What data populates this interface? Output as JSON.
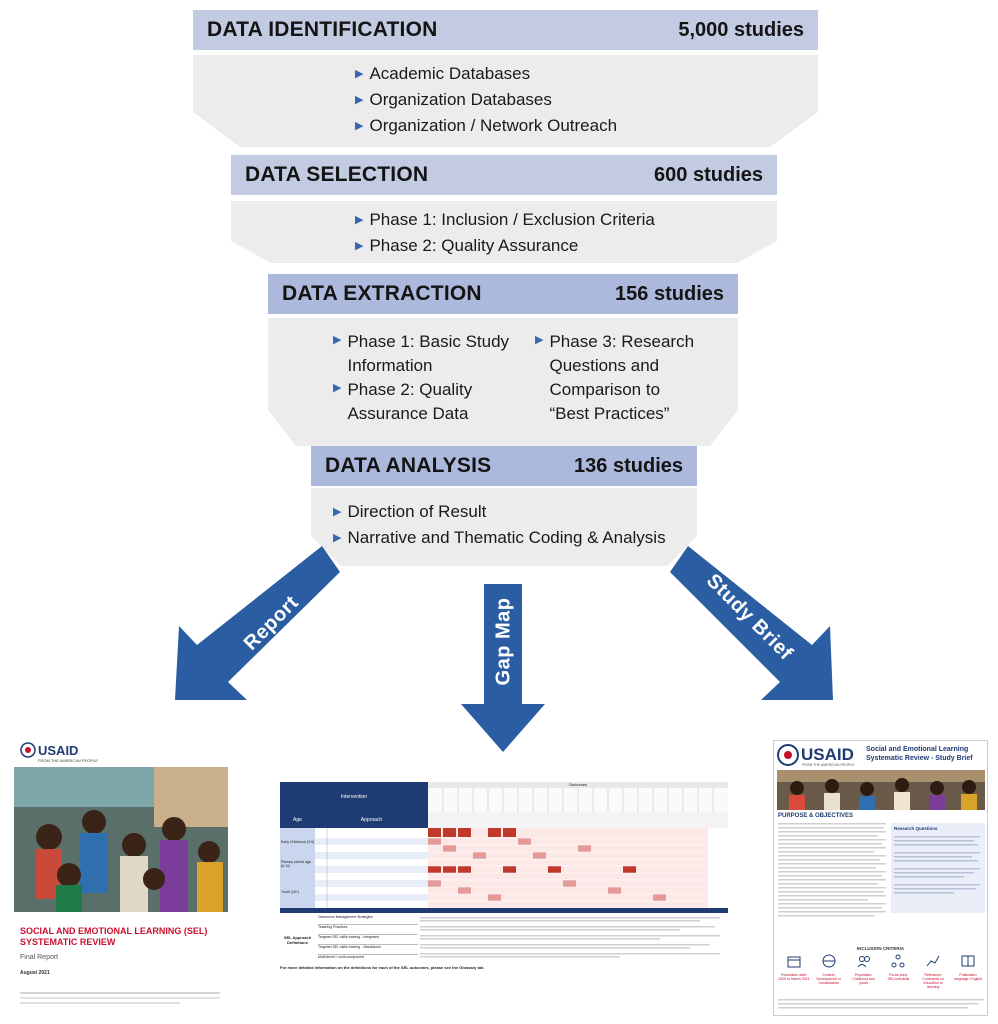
{
  "stages": [
    {
      "title": "DATA IDENTIFICATION",
      "count": "5,000 studies",
      "items": [
        "Academic Databases",
        "Organization Databases",
        "Organization / Network Outreach"
      ]
    },
    {
      "title": "DATA SELECTION",
      "count": "600 studies",
      "items": [
        "Phase 1: Inclusion / Exclusion Criteria",
        "Phase 2: Quality Assurance"
      ]
    },
    {
      "title": "DATA EXTRACTION",
      "count": "156 studies",
      "items": [
        "Phase 1: Basic Study Information",
        "Phase 2: Quality Assurance Data",
        "Phase 3: Research Questions and Comparison to “Best Practices”"
      ]
    },
    {
      "title": "DATA ANALYSIS",
      "count": "136 studies",
      "items": [
        "Direction of Result",
        "Narrative and Thematic Coding & Analysis"
      ]
    }
  ],
  "outputs": {
    "left_arrow": "Report",
    "center_arrow": "Gap Map",
    "right_arrow": "Study Brief"
  },
  "report": {
    "logo": "USAID",
    "logo_sub": "FROM THE AMERICAN PEOPLE",
    "title": "SOCIAL AND EMOTIONAL LEARNING (SEL) SYSTEMATIC REVIEW",
    "subtitle": "Final Report",
    "date": "August 2021"
  },
  "gapmap": {
    "header_left": "Intervention",
    "header_right": "Outcomes",
    "col_age": "Age",
    "col_approach": "Approach",
    "rows": [
      "Early Childhood (3-5)",
      "Primary school age (6-11)",
      "Youth (15+)"
    ],
    "defs_label": "SEL Approach Definitions",
    "defs": [
      "Classroom Management Strategies",
      "Teaching Practices",
      "Targeted SEL skills training - Integrated",
      "Targeted SEL skills training - Standalone",
      "Multi-tiered / multi-component"
    ],
    "footer": "For more detailed information on the definitions for each of the SEL outcomes, please see the Glossary tab"
  },
  "brief": {
    "logo": "USAID",
    "logo_sub": "FROM THE AMERICAN PEOPLE",
    "title": "Social and Emotional Learning Systematic Review - Study Brief",
    "section": "PURPOSE & OBJECTIVES",
    "questions_title": "Research Questions",
    "criteria_title": "INCLUSION CRITERIA",
    "criteria": [
      "Publication date: 2000 to March 2021",
      "Context: Development or humanitarian",
      "Population: Childhood and youth",
      "Focus area: SEL/soft skills",
      "Relevance: Comments on education or learning",
      "Publication language: English"
    ]
  },
  "colors": {
    "header": "#c3cbe3",
    "body": "#ececec",
    "arrow": "#2b5da2",
    "bullet": "#3a66b0"
  }
}
